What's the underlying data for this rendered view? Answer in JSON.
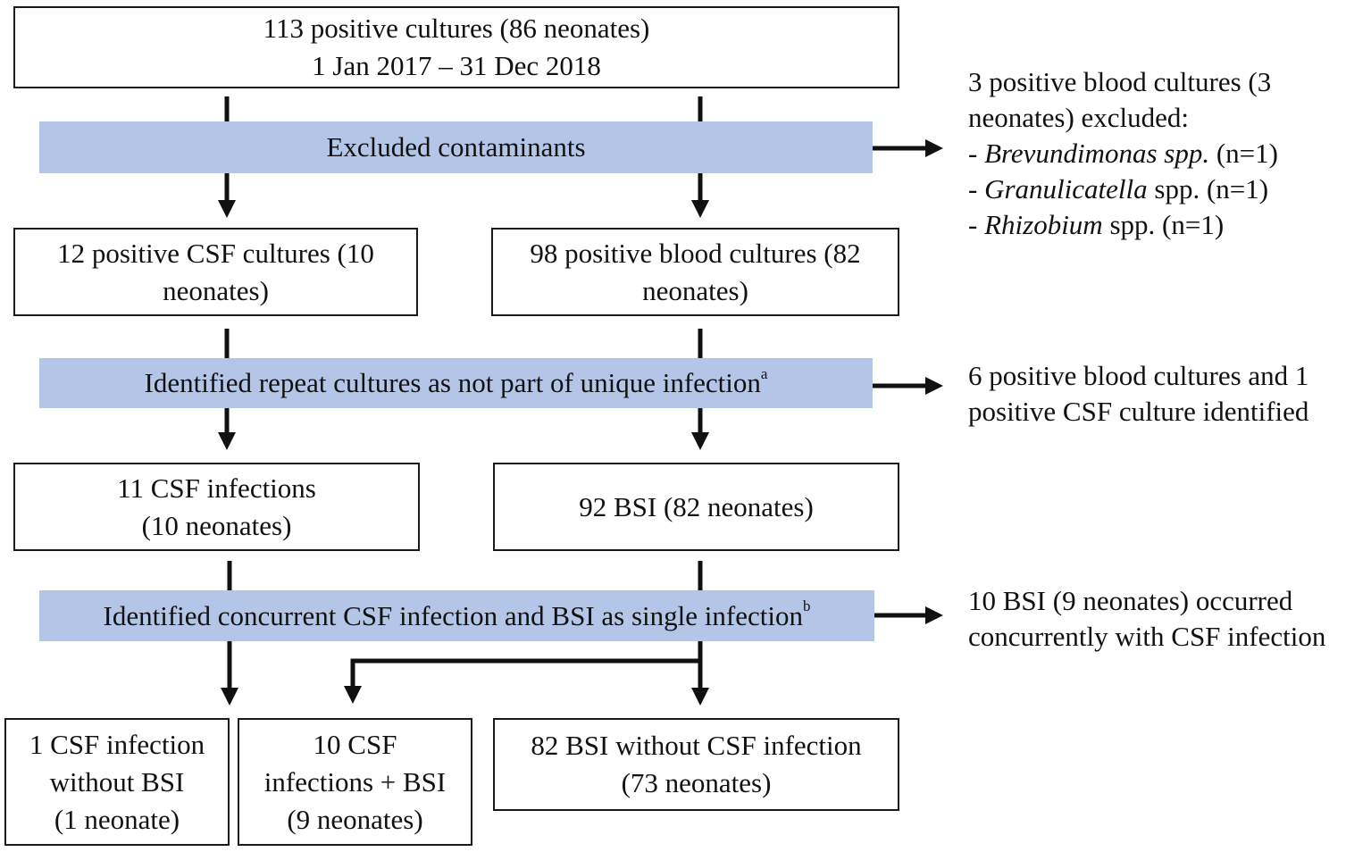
{
  "top": {
    "line1": "113 positive cultures (86 neonates)",
    "line2": "1 Jan 2017 – 31 Dec 2018"
  },
  "band1": {
    "label": "Excluded contaminants"
  },
  "side1": {
    "line1": "3 positive blood cultures (3",
    "line2": "neonates) excluded:",
    "items": [
      {
        "prefix": "- ",
        "genus": "Brevundimonas spp.",
        "count": " (n=1)"
      },
      {
        "prefix": "- ",
        "genus": "Granulicatella",
        "rest": " spp. (n=1)"
      },
      {
        "prefix": "- ",
        "genus": "Rhizobium",
        "rest": " spp. (n=1)"
      }
    ]
  },
  "csf1": {
    "line1": "12 positive CSF cultures (10",
    "line2": "neonates)"
  },
  "blood1": {
    "line1": "98 positive blood cultures (82",
    "line2": "neonates)"
  },
  "band2": {
    "label": "Identified repeat cultures as not part of unique infection",
    "sup": "a"
  },
  "side2": {
    "line1": "6 positive blood cultures and 1",
    "line2": "positive CSF culture identified"
  },
  "csf2": {
    "line1": "11 CSF infections",
    "line2": "(10 neonates)"
  },
  "bsi2": {
    "line1": "92 BSI (82 neonates)"
  },
  "band3": {
    "label": "Identified concurrent CSF infection and BSI as single infection",
    "sup": "b"
  },
  "side3": {
    "line1": "10 BSI (9 neonates) occurred",
    "line2": "concurrently with CSF infection"
  },
  "out1": {
    "line1": "1 CSF infection",
    "line2": "without BSI",
    "line3": "(1 neonate)"
  },
  "out2": {
    "line1": "10 CSF",
    "line2": "infections + BSI",
    "line3": "(9 neonates)"
  },
  "out3": {
    "line1": "82 BSI without CSF infection",
    "line2": "(73 neonates)"
  }
}
